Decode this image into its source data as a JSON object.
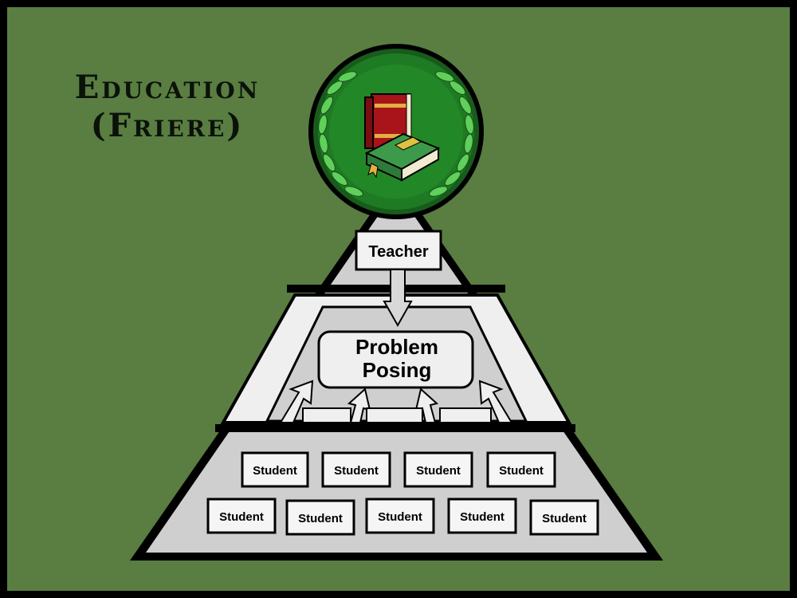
{
  "title": {
    "line1": "Education",
    "line2": "(Friere)"
  },
  "emblem": {
    "icon": "books-laurel-icon",
    "colors": {
      "ring": "#1f7a24",
      "laurel": "#5fd05a",
      "red_book": "#a8141a",
      "green_book": "#2e7a3a"
    }
  },
  "diagram": {
    "teacher": "Teacher",
    "center_line1": "Problem",
    "center_line2": "Posing",
    "students_row1": [
      "Student",
      "Student",
      "Student",
      "Student"
    ],
    "students_row2": [
      "Student",
      "Student",
      "Student",
      "Student",
      "Student"
    ]
  },
  "colors": {
    "background": "#5a7d41",
    "tier_fill": "#cfcfcf",
    "inner_fill": "#efefef",
    "outline": "#000000"
  }
}
